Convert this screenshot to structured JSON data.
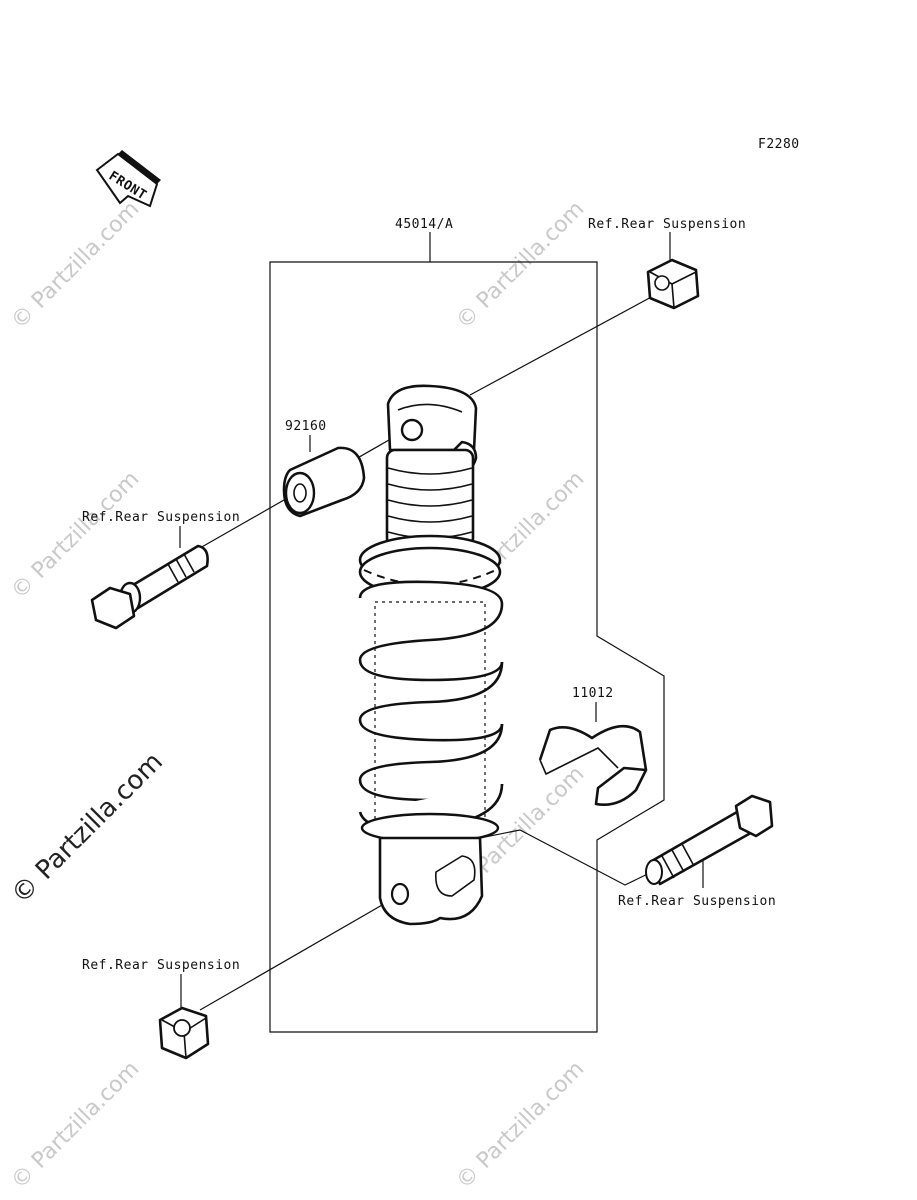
{
  "figure_code": "F2280",
  "front_label": "FRONT",
  "parts": {
    "shock_assembly": "45014/A",
    "bushing": "92160",
    "clip": "11012"
  },
  "references": {
    "upper_nut": "Ref.Rear Suspension",
    "upper_bolt": "Ref.Rear Suspension",
    "lower_bolt": "Ref.Rear Suspension",
    "lower_nut": "Ref.Rear Suspension"
  },
  "watermark": {
    "brand": "© Partzilla.com"
  }
}
